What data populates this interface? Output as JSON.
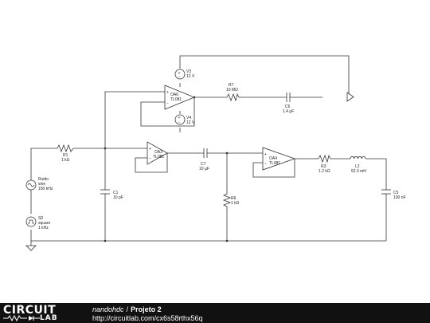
{
  "footer": {
    "logo_line1": "CIRCUIT",
    "logo_line2": "LAB",
    "author": "nandohdc",
    "separator": "/",
    "project_title": "Projeto 2",
    "url": "http://circuitlab.com/cx6s58rthx56q"
  },
  "components": {
    "v3": {
      "name": "V3",
      "value": "12 V"
    },
    "v4": {
      "name": "V4",
      "value": "12 V"
    },
    "oa6": {
      "name": "OA6",
      "model": "TL081"
    },
    "r7": {
      "name": "R7",
      "value": "10 MΩ"
    },
    "c6": {
      "name": "C6",
      "value": "1.4 µF"
    },
    "r1": {
      "name": "R1",
      "value": "1 kΩ"
    },
    "oa3": {
      "name": "OA3",
      "model": "TL081"
    },
    "c7": {
      "name": "C7",
      "value": "10 µF"
    },
    "oa4": {
      "name": "OA4",
      "model": "TL081"
    },
    "r3": {
      "name": "R3",
      "value": "1.2 kΩ"
    },
    "l2": {
      "name": "L2",
      "value": "52.3 mH"
    },
    "c1": {
      "name": "C1",
      "value": "10 pF"
    },
    "r6": {
      "name": "R6",
      "value": "1 kΩ"
    },
    "c5": {
      "name": "C5",
      "value": "100 nF"
    },
    "ruido": {
      "name": "Ruido",
      "waveform": "sine",
      "freq": "150 kHz"
    },
    "s0": {
      "name": "S0",
      "waveform": "square",
      "freq": "1 kHz"
    }
  },
  "colors": {
    "wire": "#333333",
    "background": "#ffffff",
    "footer": "#111111"
  }
}
